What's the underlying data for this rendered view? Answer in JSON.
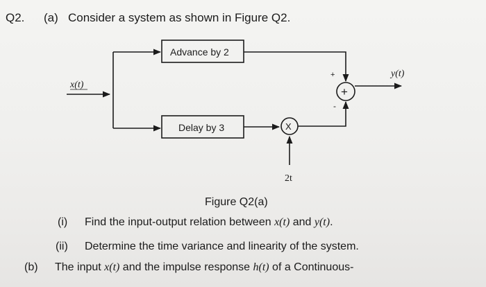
{
  "question": {
    "number": "Q2.",
    "part_a_label": "(a)",
    "part_a_text": "Consider a system as shown in Figure Q2."
  },
  "diagram": {
    "input_label": "x(t)",
    "output_label": "y(t)",
    "advance_block": "Advance by 2",
    "delay_block": "Delay by 3",
    "multiplier_symbol": "X",
    "multiplier_input": "2t",
    "adder_symbol": "+",
    "adder_top_sign": "+",
    "adder_bottom_sign": "-",
    "caption": "Figure Q2(a)"
  },
  "items": [
    {
      "label": "(i)",
      "parts": [
        "Find the input-output relation between ",
        "x(t)",
        " and ",
        "y(t)",
        "."
      ]
    },
    {
      "label": "(ii)",
      "text": "Determine the time variance and linearity of the system."
    }
  ],
  "part_b": {
    "label": "(b)",
    "parts": [
      "The input ",
      "x(t)",
      " and the impulse response ",
      "h(t)",
      " of a Continuous-"
    ]
  }
}
